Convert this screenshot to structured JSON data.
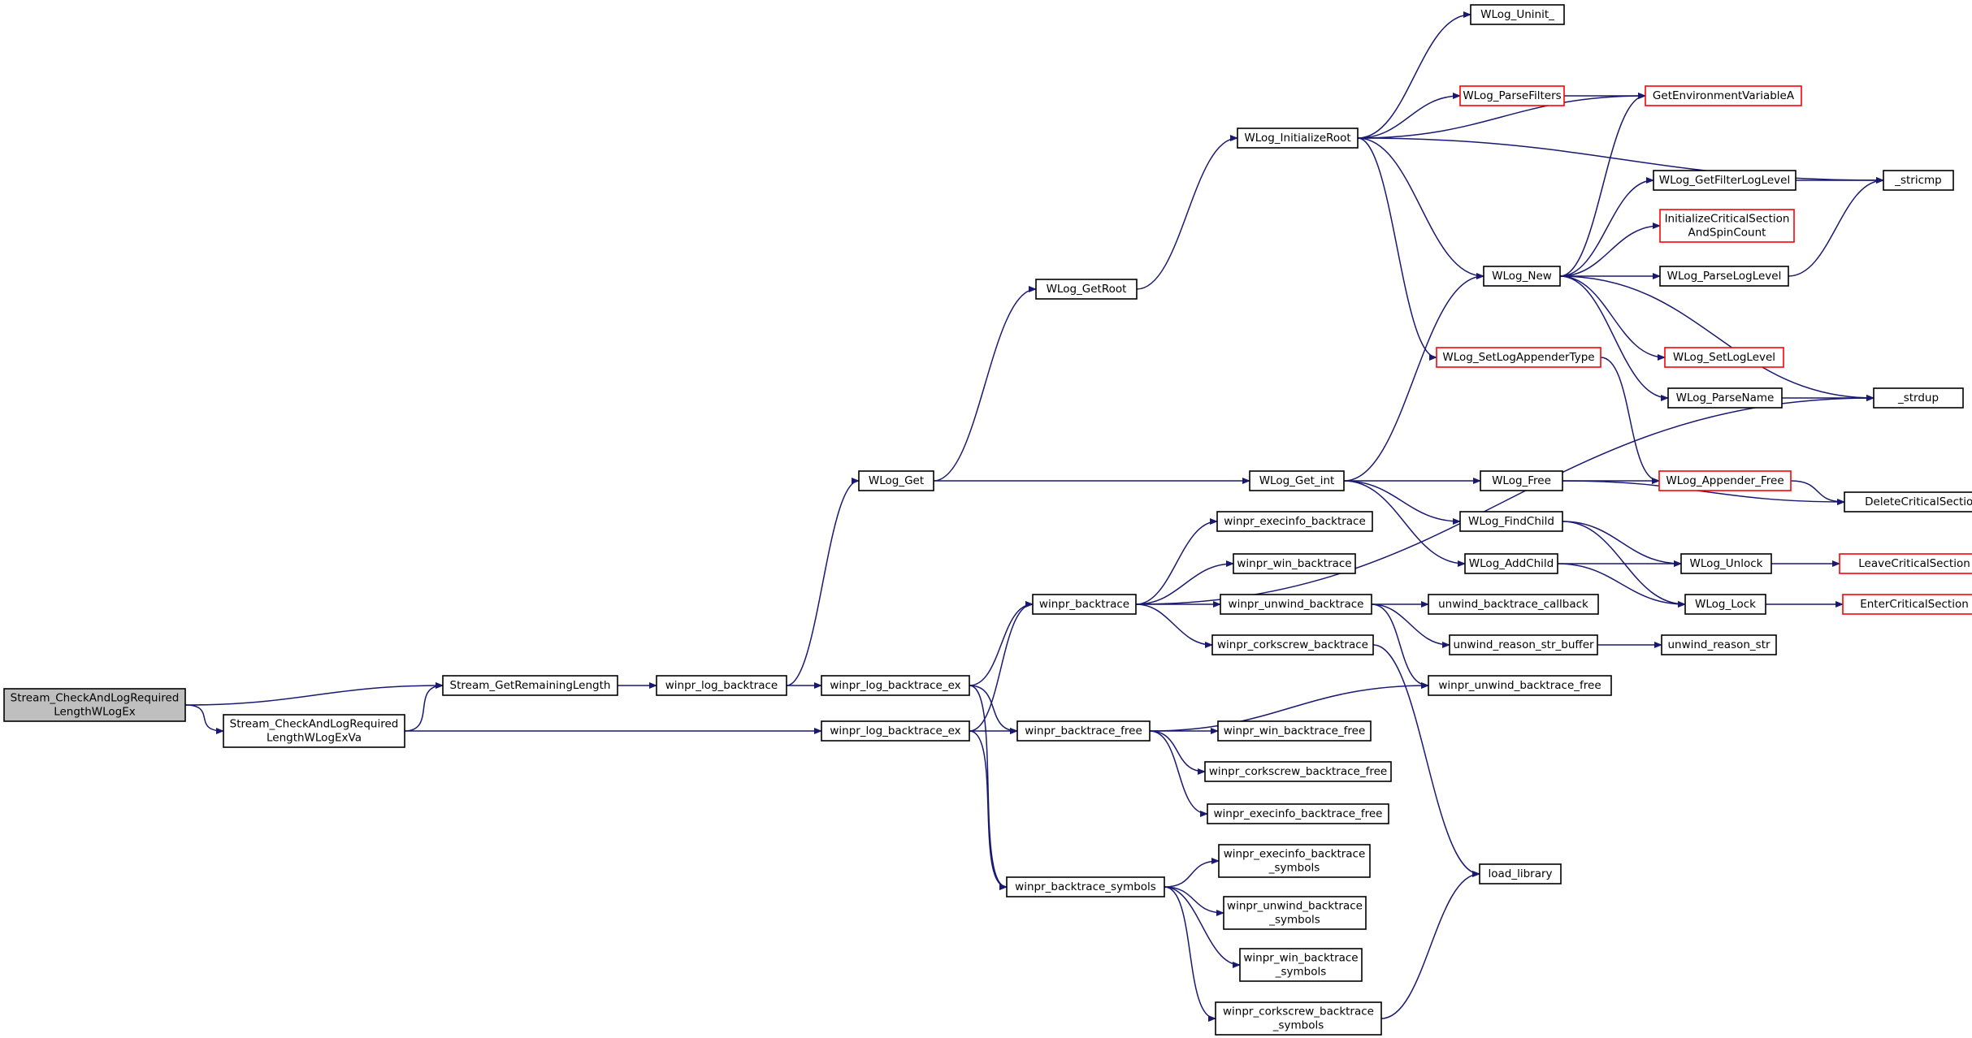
{
  "colors": {
    "edge": "#191970",
    "node_border": "#000000",
    "node_border_truncated": "#ff0000",
    "node_fill": "#ffffff",
    "root_fill": "#bfbfbf"
  },
  "nodes": [
    {
      "id": "root",
      "lines": [
        "Stream_CheckAndLogRequired",
        "LengthWLogEx"
      ],
      "style": "root"
    },
    {
      "id": "sgrl",
      "lines": [
        "Stream_GetRemainingLength"
      ],
      "style": "normal"
    },
    {
      "id": "scalva",
      "lines": [
        "Stream_CheckAndLogRequired",
        "LengthWLogExVa"
      ],
      "style": "normal"
    },
    {
      "id": "wlbt",
      "lines": [
        "winpr_log_backtrace"
      ],
      "style": "normal"
    },
    {
      "id": "wlbtex1",
      "lines": [
        "winpr_log_backtrace_ex"
      ],
      "style": "normal"
    },
    {
      "id": "wlbtex2",
      "lines": [
        "winpr_log_backtrace_ex"
      ],
      "style": "normal"
    },
    {
      "id": "wlget",
      "lines": [
        "WLog_Get"
      ],
      "style": "normal"
    },
    {
      "id": "wlgetroot",
      "lines": [
        "WLog_GetRoot"
      ],
      "style": "normal"
    },
    {
      "id": "wlinit",
      "lines": [
        "WLog_InitializeRoot"
      ],
      "style": "normal"
    },
    {
      "id": "wluninit",
      "lines": [
        "WLog_Uninit_"
      ],
      "style": "normal"
    },
    {
      "id": "wlparsefilters",
      "lines": [
        "WLog_ParseFilters"
      ],
      "style": "truncated"
    },
    {
      "id": "getenv",
      "lines": [
        "GetEnvironmentVariableA"
      ],
      "style": "truncated"
    },
    {
      "id": "stricmp",
      "lines": [
        "_stricmp"
      ],
      "style": "normal"
    },
    {
      "id": "wlgfll",
      "lines": [
        "WLog_GetFilterLogLevel"
      ],
      "style": "normal"
    },
    {
      "id": "initcs",
      "lines": [
        "InitializeCriticalSection",
        "AndSpinCount"
      ],
      "style": "truncated"
    },
    {
      "id": "wlnew",
      "lines": [
        "WLog_New"
      ],
      "style": "normal"
    },
    {
      "id": "wlpll",
      "lines": [
        "WLog_ParseLogLevel"
      ],
      "style": "normal"
    },
    {
      "id": "wlsll",
      "lines": [
        "WLog_SetLogLevel"
      ],
      "style": "truncated"
    },
    {
      "id": "wlslat",
      "lines": [
        "WLog_SetLogAppenderType"
      ],
      "style": "truncated"
    },
    {
      "id": "wlpname",
      "lines": [
        "WLog_ParseName"
      ],
      "style": "normal"
    },
    {
      "id": "strdup",
      "lines": [
        "_strdup"
      ],
      "style": "normal"
    },
    {
      "id": "wlgetint",
      "lines": [
        "WLog_Get_int"
      ],
      "style": "normal"
    },
    {
      "id": "wlfree",
      "lines": [
        "WLog_Free"
      ],
      "style": "normal"
    },
    {
      "id": "wlappfree",
      "lines": [
        "WLog_Appender_Free"
      ],
      "style": "truncated"
    },
    {
      "id": "delcs",
      "lines": [
        "DeleteCriticalSection"
      ],
      "style": "normal"
    },
    {
      "id": "wlfindchild",
      "lines": [
        "WLog_FindChild"
      ],
      "style": "normal"
    },
    {
      "id": "wladdchild",
      "lines": [
        "WLog_AddChild"
      ],
      "style": "normal"
    },
    {
      "id": "wlunlock",
      "lines": [
        "WLog_Unlock"
      ],
      "style": "normal"
    },
    {
      "id": "leavecs",
      "lines": [
        "LeaveCriticalSection"
      ],
      "style": "truncated"
    },
    {
      "id": "wllock",
      "lines": [
        "WLog_Lock"
      ],
      "style": "normal"
    },
    {
      "id": "entercs",
      "lines": [
        "EnterCriticalSection"
      ],
      "style": "truncated"
    },
    {
      "id": "wexecbt",
      "lines": [
        "winpr_execinfo_backtrace"
      ],
      "style": "normal"
    },
    {
      "id": "wwinbt",
      "lines": [
        "winpr_win_backtrace"
      ],
      "style": "normal"
    },
    {
      "id": "wbt",
      "lines": [
        "winpr_backtrace"
      ],
      "style": "normal"
    },
    {
      "id": "wunwbt",
      "lines": [
        "winpr_unwind_backtrace"
      ],
      "style": "normal"
    },
    {
      "id": "unwcb",
      "lines": [
        "unwind_backtrace_callback"
      ],
      "style": "normal"
    },
    {
      "id": "wcorkbt",
      "lines": [
        "winpr_corkscrew_backtrace"
      ],
      "style": "normal"
    },
    {
      "id": "unwrsb",
      "lines": [
        "unwind_reason_str_buffer"
      ],
      "style": "normal"
    },
    {
      "id": "unwrs",
      "lines": [
        "unwind_reason_str"
      ],
      "style": "normal"
    },
    {
      "id": "wunwbtfree",
      "lines": [
        "winpr_unwind_backtrace_free"
      ],
      "style": "normal"
    },
    {
      "id": "wbtfree",
      "lines": [
        "winpr_backtrace_free"
      ],
      "style": "normal"
    },
    {
      "id": "wwinbtfree",
      "lines": [
        "winpr_win_backtrace_free"
      ],
      "style": "normal"
    },
    {
      "id": "wcorkbtfree",
      "lines": [
        "winpr_corkscrew_backtrace_free"
      ],
      "style": "normal"
    },
    {
      "id": "wexecbtfree",
      "lines": [
        "winpr_execinfo_backtrace_free"
      ],
      "style": "normal"
    },
    {
      "id": "wbtsym",
      "lines": [
        "winpr_backtrace_symbols"
      ],
      "style": "normal"
    },
    {
      "id": "wexecbtsym",
      "lines": [
        "winpr_execinfo_backtrace",
        "_symbols"
      ],
      "style": "normal"
    },
    {
      "id": "wunwbtsym",
      "lines": [
        "winpr_unwind_backtrace",
        "_symbols"
      ],
      "style": "normal"
    },
    {
      "id": "wwinbtsym",
      "lines": [
        "winpr_win_backtrace",
        "_symbols"
      ],
      "style": "normal"
    },
    {
      "id": "wcorkbtsym",
      "lines": [
        "winpr_corkscrew_backtrace",
        "_symbols"
      ],
      "style": "normal"
    },
    {
      "id": "loadlib",
      "lines": [
        "load_library"
      ],
      "style": "normal"
    }
  ],
  "edges": [
    [
      "root",
      "sgrl"
    ],
    [
      "root",
      "scalva"
    ],
    [
      "scalva",
      "sgrl"
    ],
    [
      "scalva",
      "wlbtex2"
    ],
    [
      "sgrl",
      "wlbt"
    ],
    [
      "wlbt",
      "wlget"
    ],
    [
      "wlbt",
      "wlbtex1"
    ],
    [
      "wlget",
      "wlgetroot"
    ],
    [
      "wlget",
      "wlgetint"
    ],
    [
      "wlgetroot",
      "wlinit"
    ],
    [
      "wlinit",
      "wluninit"
    ],
    [
      "wlinit",
      "getenv"
    ],
    [
      "wlinit",
      "wlparsefilters"
    ],
    [
      "wlinit",
      "stricmp"
    ],
    [
      "wlinit",
      "wlnew"
    ],
    [
      "wlinit",
      "wlslat"
    ],
    [
      "wlparsefilters",
      "getenv"
    ],
    [
      "wlnew",
      "getenv"
    ],
    [
      "wlnew",
      "wlgfll"
    ],
    [
      "wlnew",
      "initcs"
    ],
    [
      "wlnew",
      "wlpll"
    ],
    [
      "wlnew",
      "wlsll"
    ],
    [
      "wlnew",
      "wlpname"
    ],
    [
      "wlnew",
      "strdup"
    ],
    [
      "wlgfll",
      "stricmp"
    ],
    [
      "wlpll",
      "stricmp"
    ],
    [
      "wlpname",
      "strdup"
    ],
    [
      "wlslat",
      "wlappfree"
    ],
    [
      "wlgetint",
      "wlnew"
    ],
    [
      "wlgetint",
      "wlfree"
    ],
    [
      "wlgetint",
      "wlfindchild"
    ],
    [
      "wlgetint",
      "wladdchild"
    ],
    [
      "wlfree",
      "wlappfree"
    ],
    [
      "wlfree",
      "delcs"
    ],
    [
      "wlappfree",
      "delcs"
    ],
    [
      "wlfindchild",
      "wlunlock"
    ],
    [
      "wlfindchild",
      "wllock"
    ],
    [
      "wladdchild",
      "wlunlock"
    ],
    [
      "wladdchild",
      "wllock"
    ],
    [
      "wlunlock",
      "leavecs"
    ],
    [
      "wllock",
      "entercs"
    ],
    [
      "wlbtex1",
      "wbt"
    ],
    [
      "wlbtex1",
      "wbtfree"
    ],
    [
      "wlbtex1",
      "wbtsym"
    ],
    [
      "wlbtex2",
      "wbt"
    ],
    [
      "wlbtex2",
      "wbtfree"
    ],
    [
      "wlbtex2",
      "wbtsym"
    ],
    [
      "wbt",
      "strdup"
    ],
    [
      "wbt",
      "wexecbt"
    ],
    [
      "wbt",
      "wwinbt"
    ],
    [
      "wbt",
      "wunwbt"
    ],
    [
      "wbt",
      "wcorkbt"
    ],
    [
      "wunwbt",
      "unwcb"
    ],
    [
      "wunwbt",
      "unwrsb"
    ],
    [
      "wunwbt",
      "wunwbtfree"
    ],
    [
      "unwrsb",
      "unwrs"
    ],
    [
      "wcorkbt",
      "loadlib"
    ],
    [
      "wbtfree",
      "wunwbtfree"
    ],
    [
      "wbtfree",
      "wwinbtfree"
    ],
    [
      "wbtfree",
      "wcorkbtfree"
    ],
    [
      "wbtfree",
      "wexecbtfree"
    ],
    [
      "wbtsym",
      "wexecbtsym"
    ],
    [
      "wbtsym",
      "wunwbtsym"
    ],
    [
      "wbtsym",
      "wwinbtsym"
    ],
    [
      "wbtsym",
      "wcorkbtsym"
    ],
    [
      "wcorkbtsym",
      "loadlib"
    ]
  ]
}
